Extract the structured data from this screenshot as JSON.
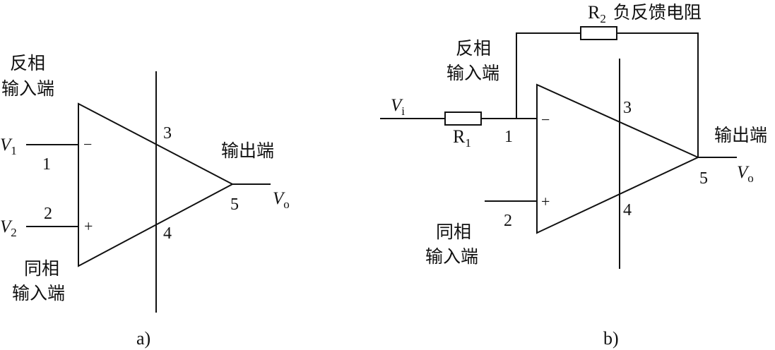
{
  "panel_a": {
    "caption": "a)",
    "inverting_label_line1": "反相",
    "inverting_label_line2": "输入端",
    "noninverting_label_line1": "同相",
    "noninverting_label_line2": "输入端",
    "output_label": "输出端",
    "input1_var": "V",
    "input1_sub": "1",
    "input2_var": "V",
    "input2_sub": "2",
    "output_var": "V",
    "output_sub": "o",
    "pin1": "1",
    "pin2": "2",
    "pin3": "3",
    "pin4": "4",
    "pin5": "5",
    "minus_sign": "−",
    "plus_sign": "+"
  },
  "panel_b": {
    "caption": "b)",
    "inverting_label_line1": "反相",
    "inverting_label_line2": "输入端",
    "noninverting_label_line1": "同相",
    "noninverting_label_line2": "输入端",
    "output_label": "输出端",
    "feedback_resistor_name": "R",
    "feedback_resistor_sub": "2",
    "feedback_resistor_desc": "负反馈电阻",
    "input_resistor_name": "R",
    "input_resistor_sub": "1",
    "input_var": "V",
    "input_sub": "i",
    "output_var": "V",
    "output_sub": "o",
    "pin1": "1",
    "pin2": "2",
    "pin3": "3",
    "pin4": "4",
    "pin5": "5",
    "minus_sign": "−",
    "plus_sign": "+"
  }
}
